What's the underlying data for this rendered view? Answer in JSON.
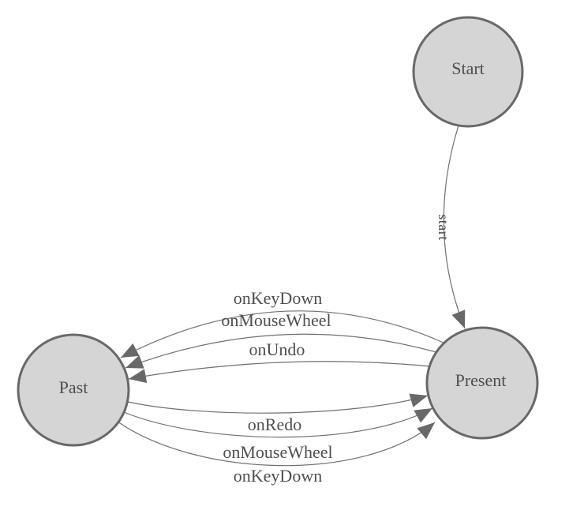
{
  "diagram": {
    "kind": "state-machine",
    "colors": {
      "background": "#ffffff",
      "node_fill": "#d5d5d5",
      "node_stroke": "#686868",
      "edge_stroke": "#707070",
      "arrowhead_fill": "#686868",
      "label_text": "#4e4e4e"
    },
    "nodes": [
      {
        "id": "start",
        "label": "Start"
      },
      {
        "id": "past",
        "label": "Past"
      },
      {
        "id": "present",
        "label": "Present"
      }
    ],
    "edges": [
      {
        "id": "start-to-present",
        "from": "start",
        "to": "present",
        "label": "start"
      },
      {
        "id": "present-to-past-keydown",
        "from": "present",
        "to": "past",
        "label": "onKeyDown"
      },
      {
        "id": "present-to-past-mousewheel",
        "from": "present",
        "to": "past",
        "label": "onMouseWheel"
      },
      {
        "id": "present-to-past-undo",
        "from": "present",
        "to": "past",
        "label": "onUndo"
      },
      {
        "id": "past-to-present-redo",
        "from": "past",
        "to": "present",
        "label": "onRedo"
      },
      {
        "id": "past-to-present-mousewheel",
        "from": "past",
        "to": "present",
        "label": "onMouseWheel"
      },
      {
        "id": "past-to-present-keydown",
        "from": "past",
        "to": "present",
        "label": "onKeyDown"
      }
    ]
  }
}
